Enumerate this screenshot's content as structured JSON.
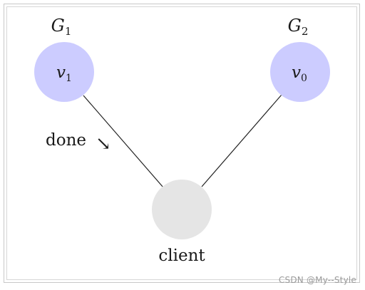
{
  "nodes": {
    "v1": {
      "group_label": "G",
      "group_sub": "1",
      "label": "v",
      "label_sub": "1",
      "fill": "#ccccff"
    },
    "v0": {
      "group_label": "G",
      "group_sub": "2",
      "label": "v",
      "label_sub": "0",
      "fill": "#ccccff"
    },
    "client": {
      "label": "client",
      "fill": "#e5e5e5"
    }
  },
  "edge_label": {
    "text": "done",
    "arrow": "↘"
  },
  "colors": {
    "edge": "#222222",
    "frame": "#c8c8c8"
  },
  "watermark": "CSDN @My--Style"
}
